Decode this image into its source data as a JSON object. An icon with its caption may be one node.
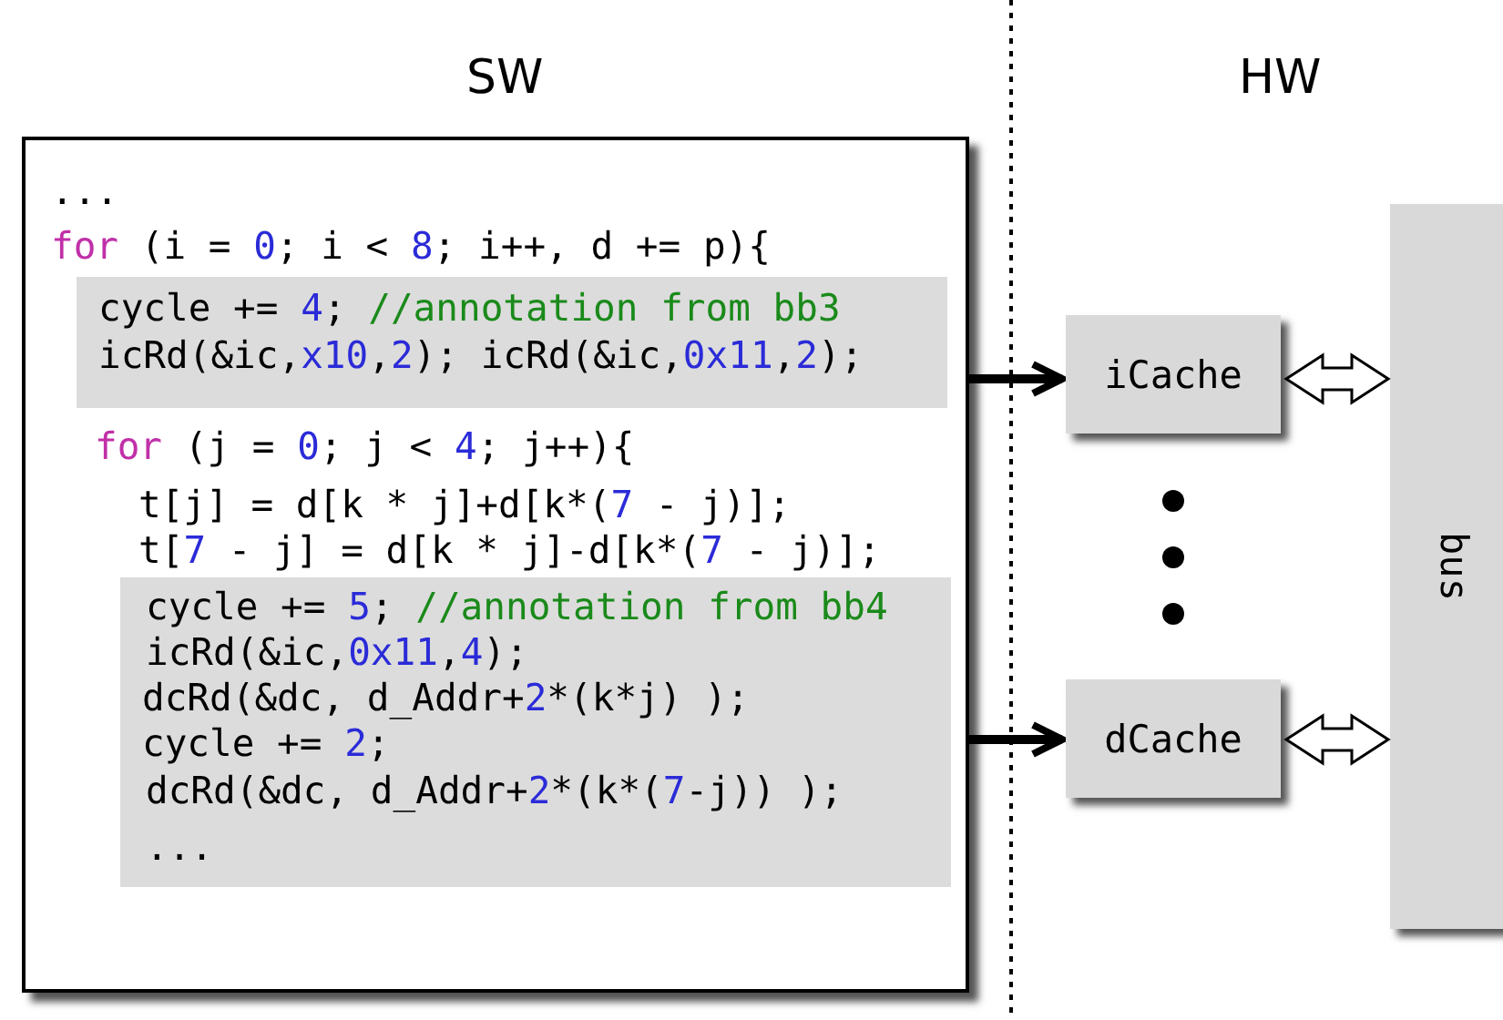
{
  "diagram": {
    "nodes": [
      {
        "text": [
          "...",
          "for (i = 0; i < 8; i++, d += p){",
          "for (j = 0; j < 4; j++){",
          "t[j] = d[k * j]+d[k*(7 - j)];",
          "t[7 - j] = d[k * j]-d[k*(7 - j)];"
        ]
      },
      {
        "text": [
          "cycle += 4; //annotation from bb3",
          "icRd(&ic,x10,2); icRd(&ic,0x11,2);"
        ],
        "in": 0
      },
      {
        "text": [
          "cycle += 5; //annotation from bb4",
          "icRd(&ic,0x11,4);",
          "dcRd(&dc, d_Addr+2*(k*j) );",
          "cycle += 2;",
          "dcRd(&dc, d_Addr+2*(k*(7-j)) );",
          "..."
        ],
        "in": 0
      },
      {
        "text": [
          "iCache"
        ]
      },
      {
        "text": [
          "dCache"
        ]
      },
      {
        "text": [
          "bus"
        ]
      }
    ],
    "edges": [
      {
        "from": 0,
        "to": 3,
        "arrow": "to"
      },
      {
        "from": 0,
        "to": 4,
        "arrow": "to"
      },
      {
        "from": 3,
        "to": 5,
        "arrow": "both"
      },
      {
        "from": 4,
        "to": 5,
        "arrow": "both"
      }
    ],
    "labels": [
      "SW",
      "HW"
    ]
  }
}
